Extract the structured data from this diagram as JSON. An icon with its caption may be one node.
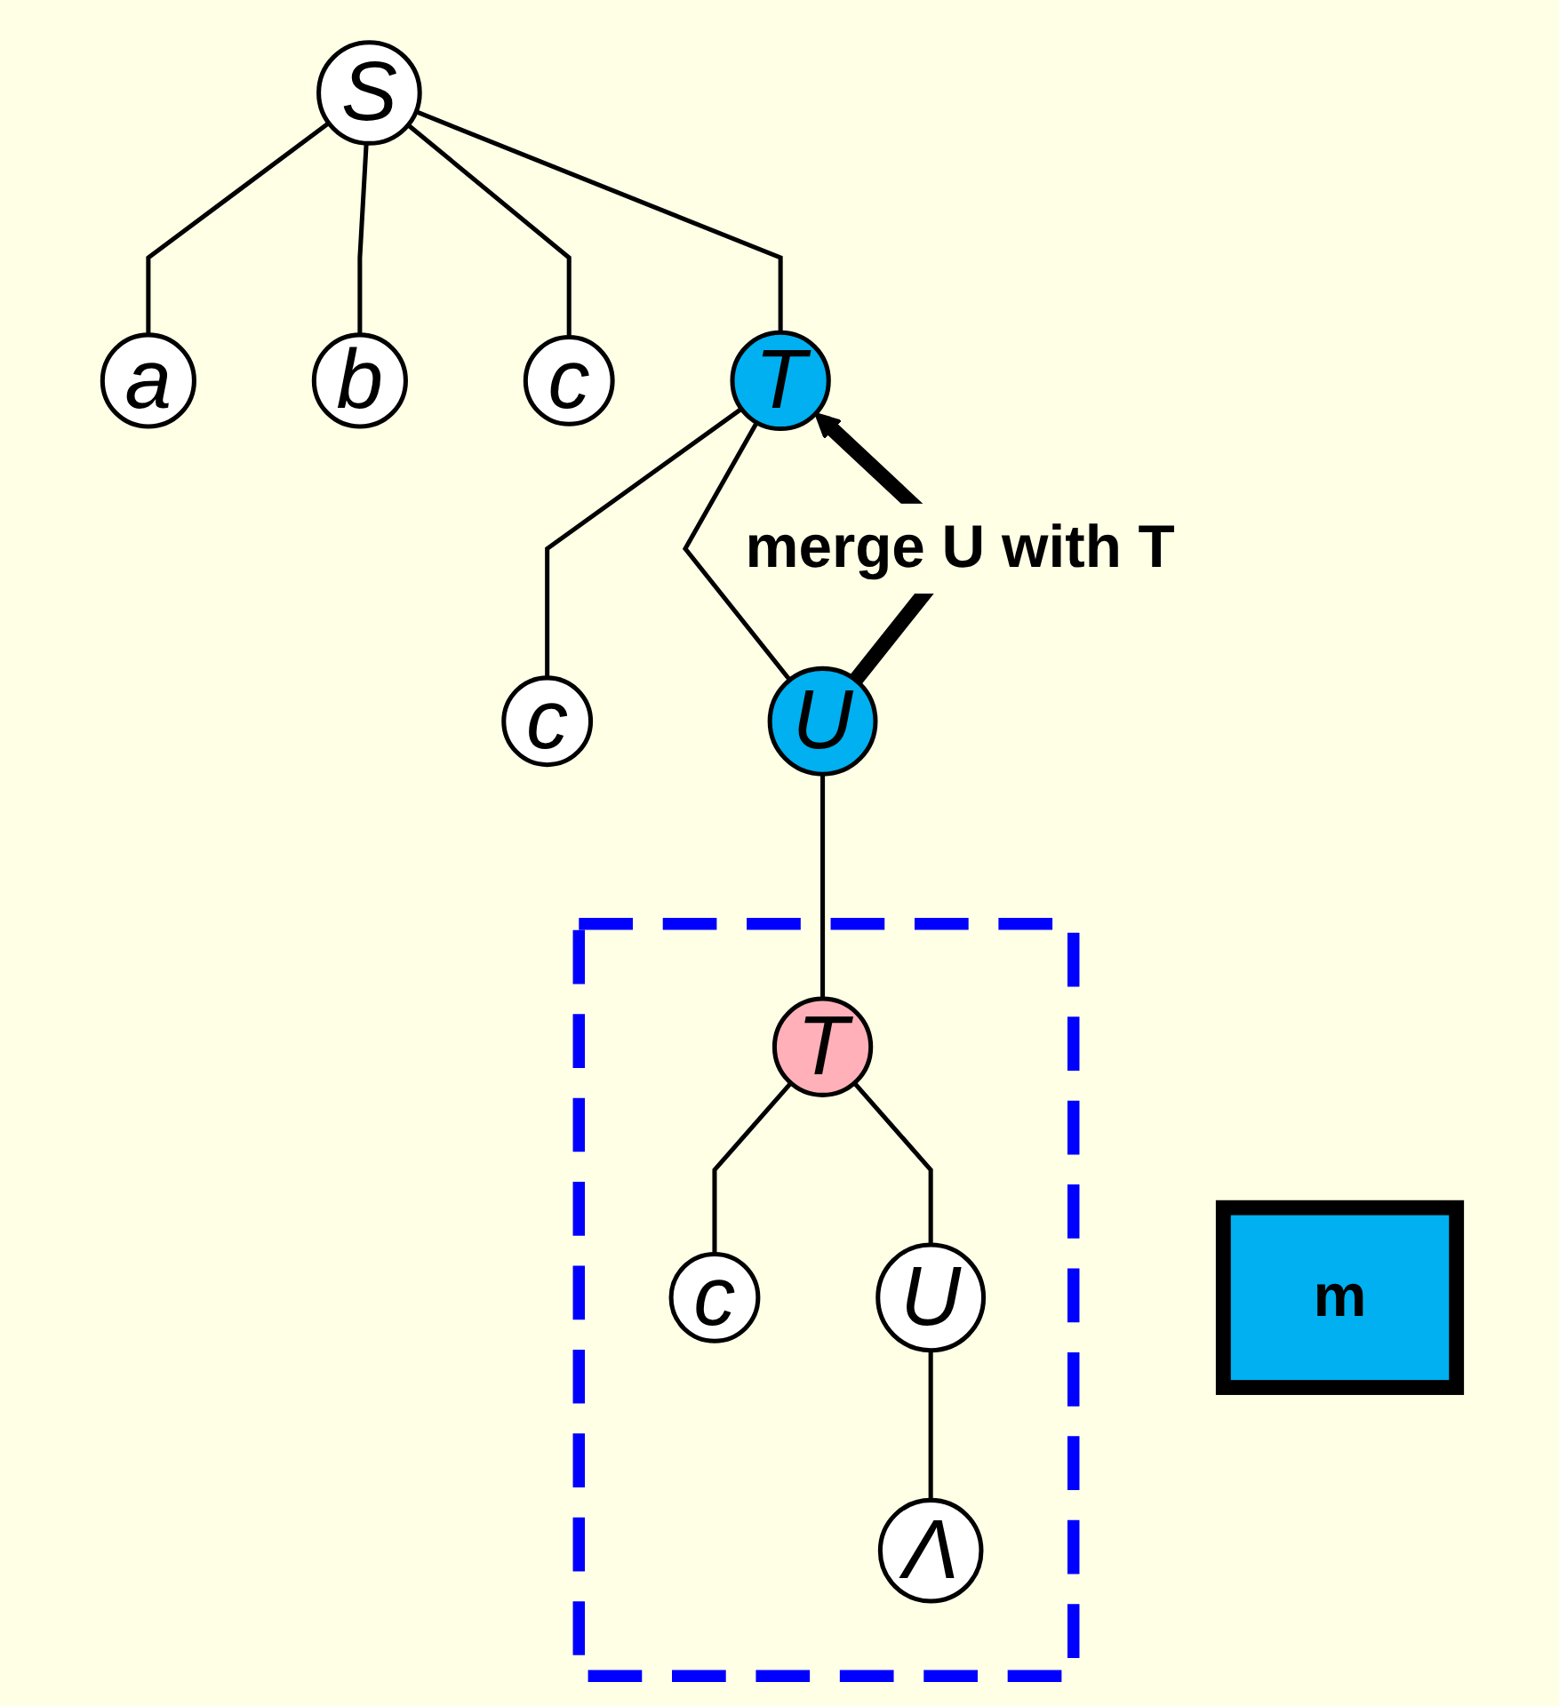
{
  "diagram": {
    "nodes": [
      {
        "text": [
          "S"
        ]
      },
      {
        "text": [
          "a"
        ]
      },
      {
        "text": [
          "b"
        ]
      },
      {
        "text": [
          "c"
        ]
      },
      {
        "text": [
          "T"
        ]
      },
      {
        "text": [
          "c"
        ]
      },
      {
        "text": [
          "U"
        ]
      },
      {
        "text": [],
        "shape": "box"
      },
      {
        "text": [
          "T"
        ],
        "in": 7
      },
      {
        "text": [
          "c"
        ],
        "in": 7
      },
      {
        "text": [
          "U"
        ],
        "in": 7
      },
      {
        "text": [
          "Λ"
        ],
        "in": 7
      },
      {
        "text": [
          "m"
        ]
      }
    ],
    "edges": [
      {
        "from": 0,
        "to": 1,
        "arrow": "none"
      },
      {
        "from": 0,
        "to": 2,
        "arrow": "none"
      },
      {
        "from": 0,
        "to": 3,
        "arrow": "none"
      },
      {
        "from": 0,
        "to": 4,
        "arrow": "none"
      },
      {
        "from": 4,
        "to": 5,
        "arrow": "none"
      },
      {
        "from": 4,
        "to": 6,
        "arrow": "none"
      },
      {
        "from": 6,
        "to": 4,
        "arrow": "to",
        "label": "merge U with T",
        "style": "thick"
      },
      {
        "from": 6,
        "to": 8,
        "arrow": "none"
      },
      {
        "from": 8,
        "to": 9,
        "arrow": "none"
      },
      {
        "from": 8,
        "to": 10,
        "arrow": "none"
      },
      {
        "from": 10,
        "to": 11,
        "arrow": "none"
      }
    ]
  }
}
